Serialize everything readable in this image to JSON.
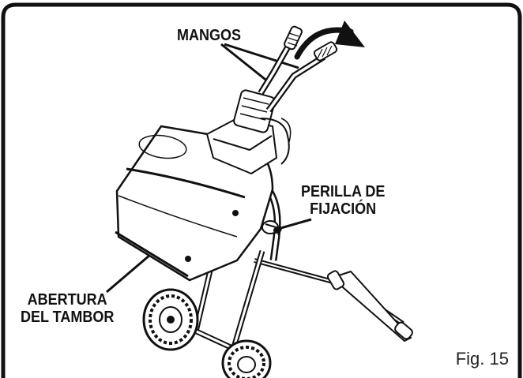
{
  "labels": {
    "handles": "MANGOS",
    "lock_knob_line1": "PERILLA DE",
    "lock_knob_line2": "FIJACIÓN",
    "drum_opening_line1": "ABERTURA",
    "drum_opening_line2": "DEL TAMBOR"
  },
  "figure": "Fig. 15"
}
